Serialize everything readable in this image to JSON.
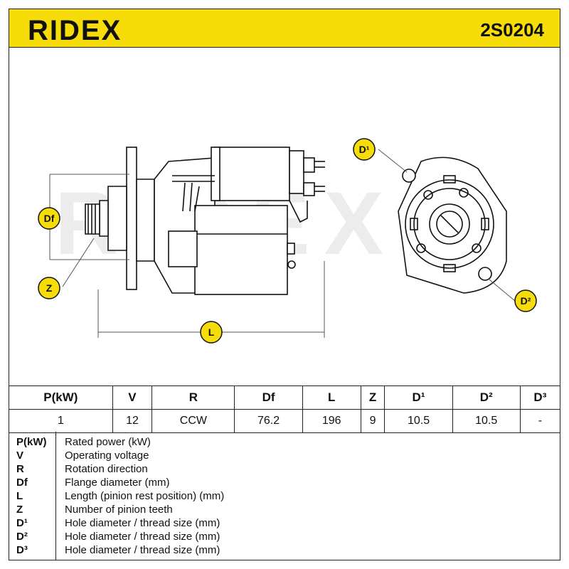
{
  "header": {
    "brand": "RIDEX",
    "part_number": "2S0204"
  },
  "drawing": {
    "watermark": "RIDEX",
    "labels": {
      "df": "Df",
      "z": "Z",
      "l": "L",
      "d1": "D¹",
      "d2": "D²"
    }
  },
  "specs": {
    "headers": [
      "P(kW)",
      "V",
      "R",
      "Df",
      "L",
      "Z",
      "D¹",
      "D²",
      "D³"
    ],
    "values": [
      "1",
      "12",
      "CCW",
      "76.2",
      "196",
      "9",
      "10.5",
      "10.5",
      "-"
    ]
  },
  "legend": [
    {
      "key": "P(kW)",
      "text": "Rated power (kW)"
    },
    {
      "key": "V",
      "text": "Operating voltage"
    },
    {
      "key": "R",
      "text": "Rotation direction"
    },
    {
      "key": "Df",
      "text": "Flange diameter (mm)"
    },
    {
      "key": "L",
      "text": "Length (pinion rest position) (mm)"
    },
    {
      "key": "Z",
      "text": "Number of pinion teeth"
    },
    {
      "key": "D¹",
      "text": "Hole diameter / thread size (mm)"
    },
    {
      "key": "D²",
      "text": "Hole diameter / thread size (mm)"
    },
    {
      "key": "D³",
      "text": "Hole diameter / thread size (mm)"
    }
  ],
  "colors": {
    "accent": "#f6dd0a",
    "line": "#111111",
    "watermark": "#ececec"
  }
}
